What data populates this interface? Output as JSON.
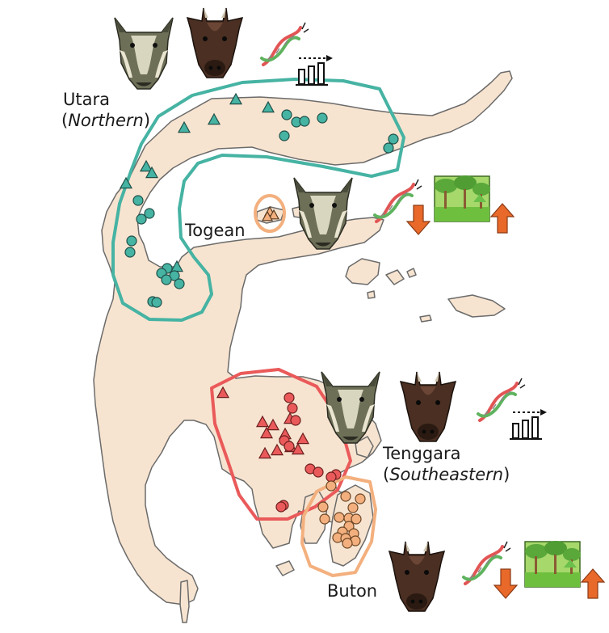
{
  "labels": {
    "utara": {
      "name": "Utara",
      "translation_open": "(",
      "translation": "Northern",
      "translation_close": ")"
    },
    "togean": {
      "name": "Togean"
    },
    "tenggara": {
      "name": "Tenggara",
      "translation_open": "(",
      "translation": "Southeastern",
      "translation_close": ")"
    },
    "buton": {
      "name": "Buton"
    }
  },
  "colors": {
    "land": "#f7e4d0",
    "land_edge": "#6b6b6b",
    "utara": "#46b3a3",
    "togean": "#f3b07e",
    "tenggara": "#ea5a5a",
    "buton": "#f3b07e",
    "arrow": "#e8692a"
  },
  "icons": {
    "lowland_anoa": "lowland-anoa-head-icon",
    "mountain_anoa": "mountain-anoa-head-icon",
    "dna": "dna-helix-icon",
    "stable_diversity": "bar-chart-dashed-arrow-icon",
    "diversity_decrease": "down-arrow-icon",
    "habitat": "forest-habitat-icon",
    "habitat_increase": "up-arrow-icon"
  }
}
